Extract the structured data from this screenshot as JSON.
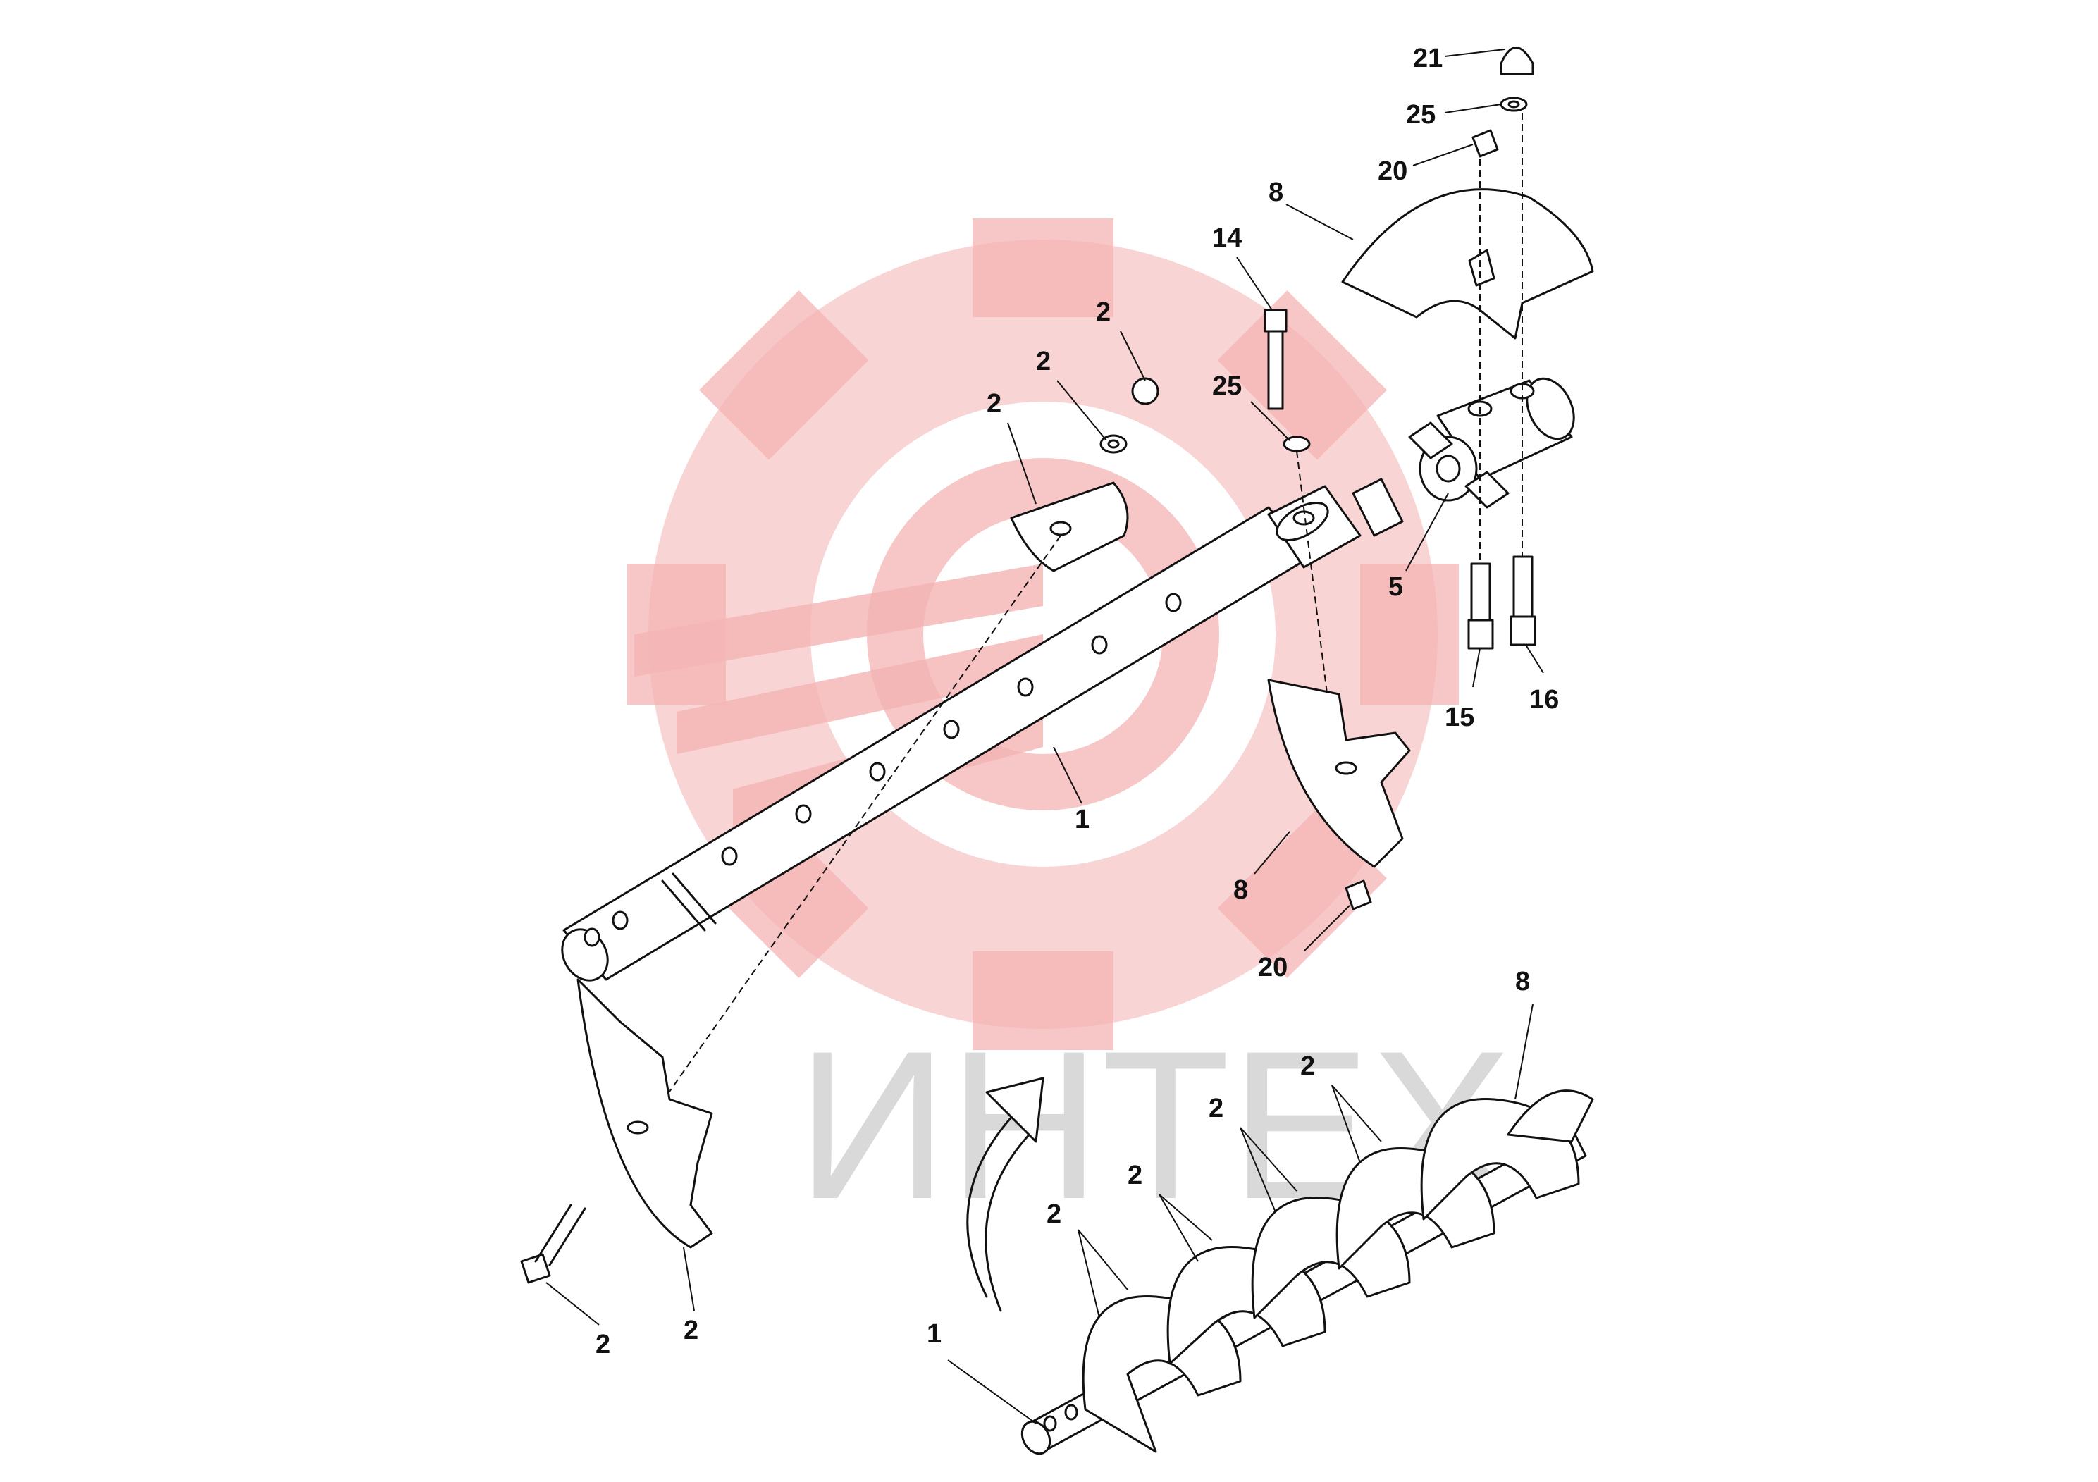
{
  "watermark": {
    "text": "ИНТЕХ",
    "gear_color": "#f4b4b4",
    "text_color": "#d9d9d9"
  },
  "callouts": {
    "c21": "21",
    "c25_top": "25",
    "c20_top": "20",
    "c8_top": "8",
    "c14": "14",
    "c2_a": "2",
    "c2_b": "2",
    "c2_c": "2",
    "c25_mid": "25",
    "c5": "5",
    "c15": "15",
    "c16": "16",
    "c1_shaft": "1",
    "c8_mid": "8",
    "c20_mid": "20",
    "c2_bolt": "2",
    "c2_flight": "2",
    "c8_assy": "8",
    "c1_assy": "1",
    "c2_assy_1": "2",
    "c2_assy_2": "2",
    "c2_assy_3": "2",
    "c2_assy_4": "2"
  }
}
